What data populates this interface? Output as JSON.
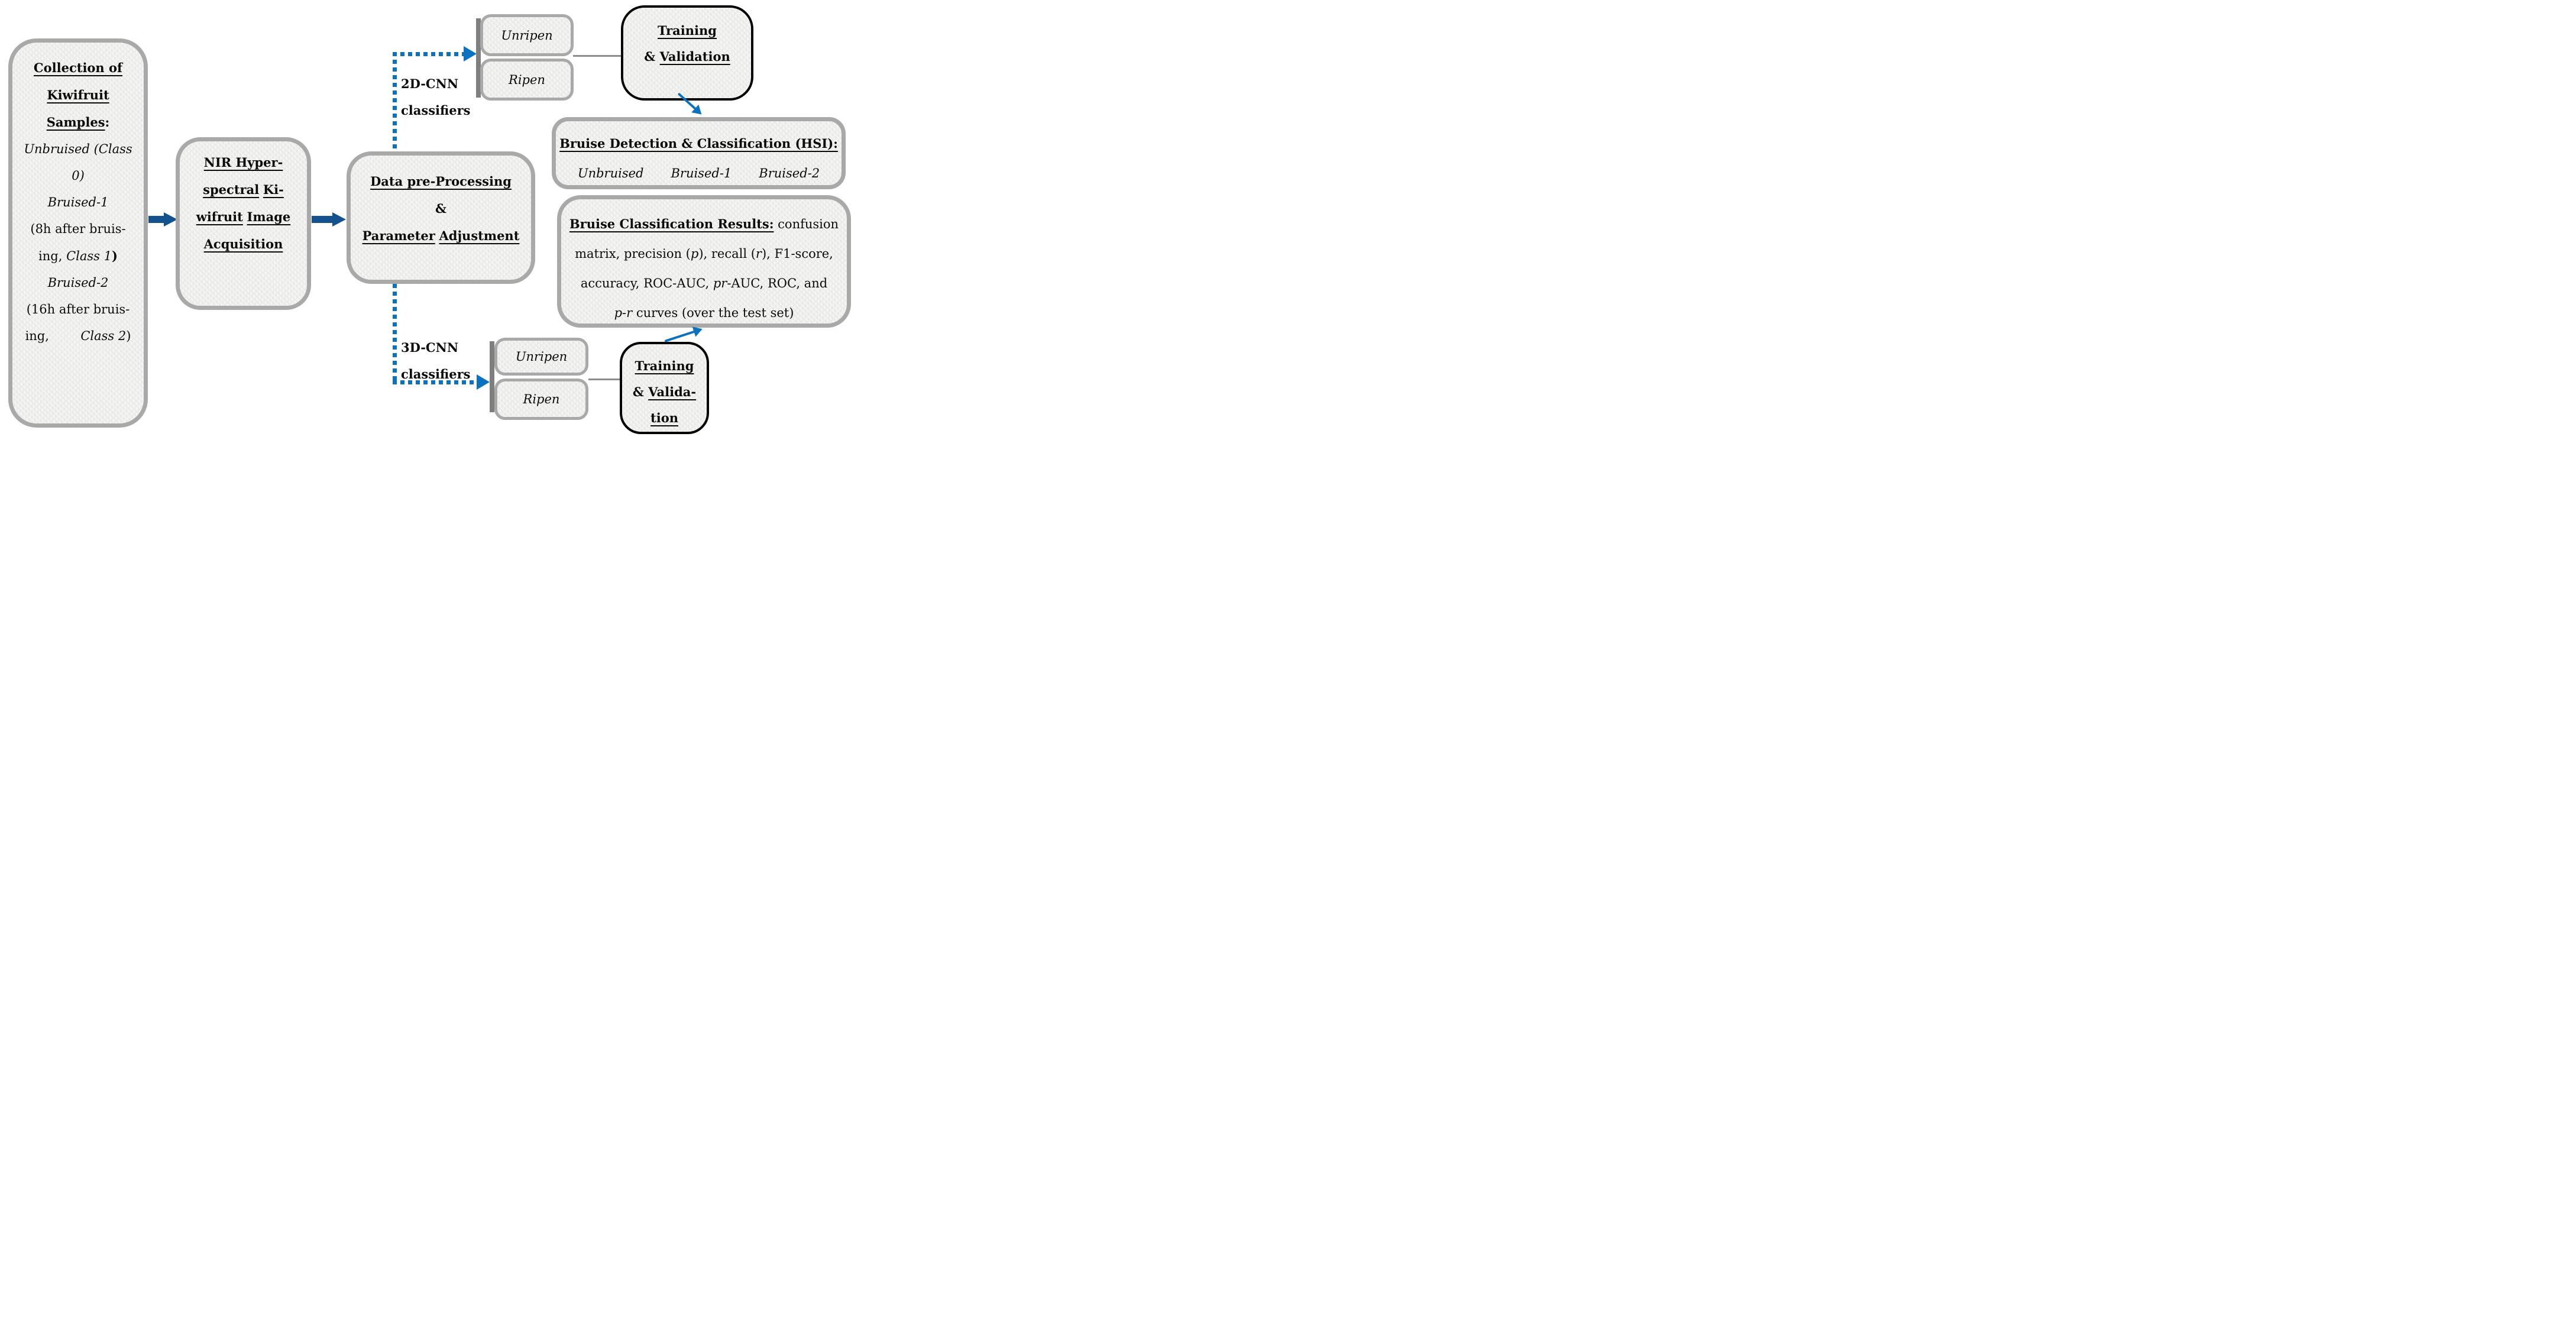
{
  "colors": {
    "navy": "#14518F",
    "blue": "#0C72BF",
    "border-gray": "#A9A9A9",
    "bracket-gray": "#7F7F7F",
    "line-gray": "#8C8C8C",
    "ink": "#0B0B0B",
    "fill": "#F2F2F0",
    "black": "#000000",
    "bg": "#FFFFFF"
  },
  "diagram": {
    "collection_box": {
      "lines": [
        [
          {
            "t": "Collection of",
            "s": "bu"
          }
        ],
        [
          {
            "t": "Kiwifruit",
            "s": "bu"
          }
        ],
        [
          {
            "t": "Samples",
            "s": "bu"
          },
          {
            "t": ":",
            "s": "b"
          }
        ],
        [
          {
            "t": "Unbruised (Class",
            "s": "i"
          }
        ],
        [
          {
            "t": "0)",
            "s": "i"
          }
        ],
        [
          {
            "t": "Bruised-1",
            "s": "i"
          }
        ],
        [
          {
            "t": "(8h after bruis-",
            "s": "r"
          }
        ],
        [
          {
            "t": "ing, ",
            "s": "r"
          },
          {
            "t": "Class 1",
            "s": "i"
          },
          {
            "t": ")",
            "s": "b"
          }
        ],
        [
          {
            "t": "Bruised-2",
            "s": "i"
          }
        ],
        [
          {
            "t": "(16h after bruis-",
            "s": "r"
          }
        ],
        [
          {
            "t": "ing,        ",
            "s": "r"
          },
          {
            "t": "Class 2",
            "s": "i"
          },
          {
            "t": ")",
            "s": "r"
          }
        ]
      ]
    },
    "nir_box": {
      "lines": [
        [
          {
            "t": "NIR Hyper-",
            "s": "bu"
          }
        ],
        [
          {
            "t": "spectral",
            "s": "bu"
          },
          {
            "t": " ",
            "s": "r"
          },
          {
            "t": "Ki-",
            "s": "bu"
          }
        ],
        [
          {
            "t": "wifruit",
            "s": "bu"
          },
          {
            "t": " ",
            "s": "r"
          },
          {
            "t": "Image",
            "s": "bu"
          }
        ],
        [
          {
            "t": "Acquisition",
            "s": "bu"
          }
        ]
      ]
    },
    "data_box": {
      "lines": [
        [
          {
            "t": "Data pre-Processing",
            "s": "bu"
          }
        ],
        [
          {
            "t": "&",
            "s": "b"
          }
        ],
        [
          {
            "t": "Parameter",
            "s": "bu"
          },
          {
            "t": " ",
            "s": "r"
          },
          {
            "t": "Adjustment",
            "s": "bu"
          }
        ]
      ]
    },
    "cnn2d": {
      "line1": "2D-CNN",
      "line2": "classifiers"
    },
    "cnn3d": {
      "line1": "3D-CNN",
      "line2": "classifiers"
    },
    "ripeness_top": {
      "unripen": "Unripen",
      "ripen": "Ripen"
    },
    "ripeness_bottom": {
      "unripen": "Unripen",
      "ripen": "Ripen"
    },
    "training_top": {
      "lines": [
        [
          {
            "t": "Training",
            "s": "bu"
          }
        ],
        [
          {
            "t": "& ",
            "s": "b"
          },
          {
            "t": "Validation",
            "s": "bu"
          }
        ]
      ]
    },
    "training_bottom": {
      "lines": [
        [
          {
            "t": "Training",
            "s": "bu"
          }
        ],
        [
          {
            "t": "& ",
            "s": "b"
          },
          {
            "t": "Valida-",
            "s": "bu"
          }
        ],
        [
          {
            "t": "tion",
            "s": "bu"
          }
        ]
      ]
    },
    "detection_box": {
      "title": [
        {
          "t": "Bruise Detection & Classification (HSI):",
          "s": "bu"
        }
      ],
      "items": [
        "Unbruised",
        "Bruised-1",
        "Bruised-2"
      ]
    },
    "results_box": {
      "lines": [
        [
          {
            "t": "Bruise Classification Results:",
            "s": "bu"
          },
          {
            "t": " confusion",
            "s": "r"
          }
        ],
        [
          {
            "t": "matrix, precision (",
            "s": "r"
          },
          {
            "t": "p",
            "s": "i"
          },
          {
            "t": "), recall (",
            "s": "r"
          },
          {
            "t": "r",
            "s": "i"
          },
          {
            "t": "), F1-score,",
            "s": "r"
          }
        ],
        [
          {
            "t": "accuracy, ROC-AUC, ",
            "s": "r"
          },
          {
            "t": "pr",
            "s": "i"
          },
          {
            "t": "-AUC, ROC, and",
            "s": "r"
          }
        ],
        [
          {
            "t": "p-r",
            "s": "i"
          },
          {
            "t": " curves (over the test set)",
            "s": "r"
          }
        ]
      ]
    }
  }
}
